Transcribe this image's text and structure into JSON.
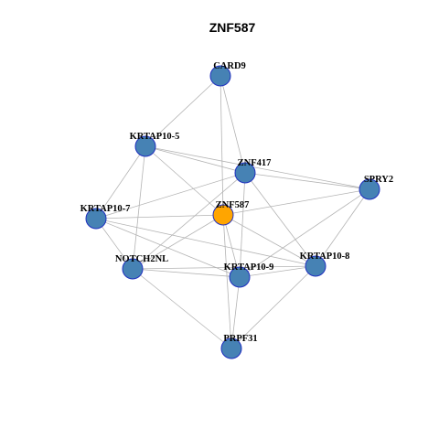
{
  "title": "ZNF587",
  "colors": {
    "node_default": "#4682b4",
    "node_focus": "#ffa500",
    "node_border": "#1f2fbf",
    "edge": "#b3b3b3"
  },
  "nodes": [
    {
      "id": "CARD9",
      "label": "CARD9",
      "focus": false
    },
    {
      "id": "KRTAP10-5",
      "label": "KRTAP10-5",
      "focus": false
    },
    {
      "id": "ZNF417",
      "label": "ZNF417",
      "focus": false
    },
    {
      "id": "SPRY2",
      "label": "SPRY2",
      "focus": false
    },
    {
      "id": "KRTAP10-7",
      "label": "KRTAP10-7",
      "focus": false
    },
    {
      "id": "ZNF587",
      "label": "ZNF587",
      "focus": true
    },
    {
      "id": "NOTCH2NL",
      "label": "NOTCH2NL",
      "focus": false
    },
    {
      "id": "KRTAP10-9",
      "label": "KRTAP10-9",
      "focus": false
    },
    {
      "id": "KRTAP10-8",
      "label": "KRTAP10-8",
      "focus": false
    },
    {
      "id": "PRPF31",
      "label": "PRPF31",
      "focus": false
    }
  ],
  "edges": [
    [
      "CARD9",
      "KRTAP10-5"
    ],
    [
      "CARD9",
      "ZNF417"
    ],
    [
      "CARD9",
      "ZNF587"
    ],
    [
      "KRTAP10-5",
      "ZNF417"
    ],
    [
      "KRTAP10-5",
      "SPRY2"
    ],
    [
      "KRTAP10-5",
      "ZNF587"
    ],
    [
      "KRTAP10-5",
      "KRTAP10-7"
    ],
    [
      "KRTAP10-5",
      "NOTCH2NL"
    ],
    [
      "ZNF417",
      "SPRY2"
    ],
    [
      "ZNF417",
      "KRTAP10-7"
    ],
    [
      "ZNF417",
      "KRTAP10-8"
    ],
    [
      "ZNF417",
      "KRTAP10-9"
    ],
    [
      "ZNF417",
      "NOTCH2NL"
    ],
    [
      "SPRY2",
      "ZNF587"
    ],
    [
      "SPRY2",
      "KRTAP10-8"
    ],
    [
      "SPRY2",
      "KRTAP10-9"
    ],
    [
      "KRTAP10-7",
      "ZNF587"
    ],
    [
      "KRTAP10-7",
      "NOTCH2NL"
    ],
    [
      "KRTAP10-7",
      "KRTAP10-9"
    ],
    [
      "KRTAP10-7",
      "KRTAP10-8"
    ],
    [
      "ZNF587",
      "NOTCH2NL"
    ],
    [
      "ZNF587",
      "KRTAP10-9"
    ],
    [
      "ZNF587",
      "KRTAP10-8"
    ],
    [
      "ZNF587",
      "PRPF31"
    ],
    [
      "NOTCH2NL",
      "KRTAP10-9"
    ],
    [
      "NOTCH2NL",
      "KRTAP10-8"
    ],
    [
      "NOTCH2NL",
      "PRPF31"
    ],
    [
      "KRTAP10-9",
      "KRTAP10-8"
    ],
    [
      "KRTAP10-9",
      "PRPF31"
    ],
    [
      "KRTAP10-8",
      "PRPF31"
    ]
  ]
}
